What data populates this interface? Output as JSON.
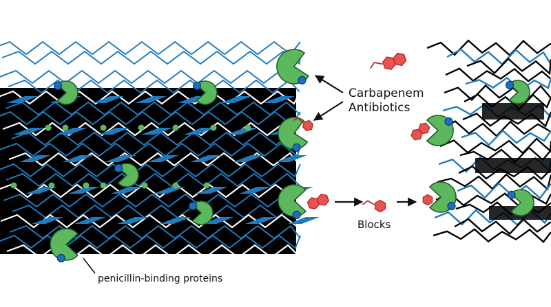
{
  "labels": {
    "carbapenem_line1": "Carbapenem",
    "carbapenem_line2": "Antibiotics",
    "blocks": "Blocks",
    "pbp": "penicillin-binding proteins"
  },
  "colors": {
    "lattice_blue": "#1f7bbf",
    "lattice_black": "#000000",
    "lattice_white": "#ffffff",
    "protein_green": "#5cb85c",
    "protein_outline": "#1f5d2a",
    "active_site_blue": "#1f6fc0",
    "antibiotic_red": "#e8534f",
    "antibiotic_outline": "#b52a2a",
    "arrow": "#111111"
  }
}
